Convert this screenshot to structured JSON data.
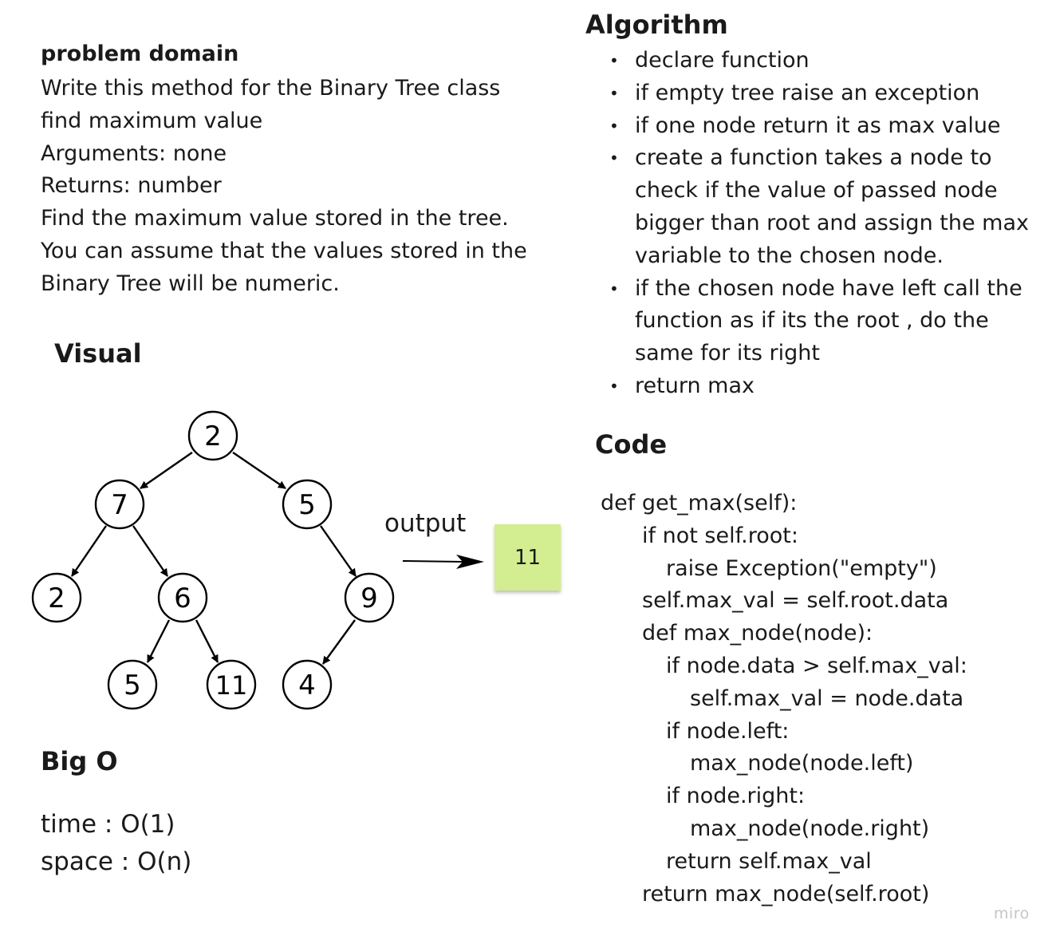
{
  "problem": {
    "title": "problem domain",
    "lines": [
      "Write this method for the Binary Tree class",
      "find maximum value",
      "Arguments: none",
      "Returns: number",
      "Find the maximum value stored in the tree.",
      "You can assume that the values stored in the",
      "Binary Tree will be numeric."
    ]
  },
  "visual": {
    "title": "Visual",
    "tree_nodes": [
      "2",
      "7",
      "5",
      "2",
      "6",
      "9",
      "5",
      "11",
      "4"
    ],
    "output_label": "output",
    "output_value": "11"
  },
  "big_o": {
    "title": "Big O",
    "time": "time : O(1)",
    "space": "space : O(n)"
  },
  "algorithm": {
    "title": "Algorithm",
    "items": [
      [
        "declare function"
      ],
      [
        "if empty tree raise an exception"
      ],
      [
        "if one node return it as max value"
      ],
      [
        "create a function takes a node to",
        "check if the value of passed node",
        "bigger than root and assign the max",
        "variable to the chosen node."
      ],
      [
        "if the chosen node have left call the",
        "function as if its the root , do the",
        "same for its right"
      ],
      [
        "return max"
      ]
    ]
  },
  "code": {
    "title": "Code",
    "lines": [
      "def get_max(self):",
      "if not self.root:",
      "raise Exception(\"empty\")",
      "self.max_val = self.root.data",
      "def max_node(node):",
      "if node.data > self.max_val:",
      "self.max_val = node.data",
      "if node.left:",
      "max_node(node.left)",
      "if node.right:",
      "max_node(node.right)",
      "return self.max_val",
      "return max_node(self.root)"
    ]
  },
  "branding": {
    "logo_text": "miro"
  },
  "colors": {
    "sticky_note": "#d3ee90",
    "text": "#1a1a1a",
    "logo": "#c6c6c6"
  }
}
